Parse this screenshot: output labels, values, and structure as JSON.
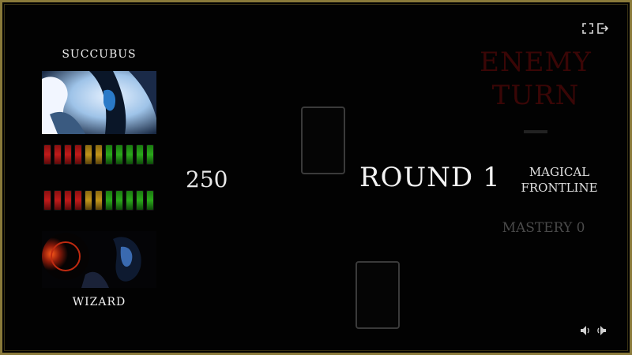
{
  "enemy": {
    "name": "SUCCUBUS",
    "health_segments": [
      "red",
      "red",
      "red",
      "red",
      "yellow",
      "yellow",
      "green",
      "green",
      "green",
      "green",
      "green"
    ],
    "mana_segments": [
      "red",
      "red",
      "red",
      "red",
      "yellow",
      "yellow",
      "green",
      "green",
      "green",
      "green",
      "green"
    ]
  },
  "player": {
    "name": "WIZARD",
    "score": "250"
  },
  "board": {
    "round_label": "ROUND 1",
    "turn_label": "ENEMY TURN",
    "zone_label": "MAGICAL FRONTLINE",
    "mastery_label": "MASTERY 0"
  },
  "controls": {
    "fullscreen_icon": "fullscreen-icon",
    "exit_icon": "exit-icon",
    "sound_icon": "speaker-icon",
    "sound_alt_icon": "speaker-alt-icon"
  },
  "colors": {
    "frame": "#8a7a3a",
    "health_red": "#c01a1a",
    "health_yellow": "#c0941a",
    "health_green": "#2aa81a",
    "turn_text": "#3a0606"
  }
}
